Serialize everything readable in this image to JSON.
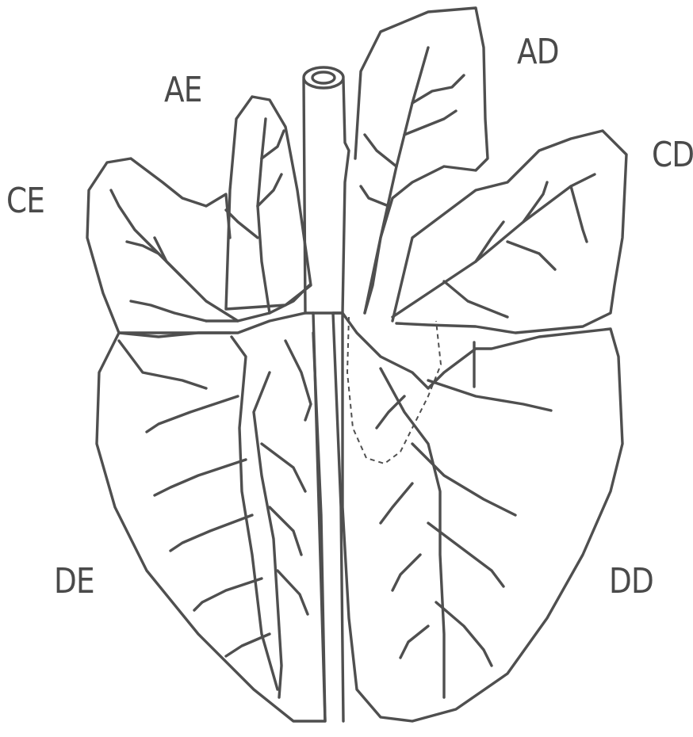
{
  "labels": {
    "ae": "AE",
    "ad": "AD",
    "cd": "CD",
    "ce": "CE",
    "de": "DE",
    "dd": "DD"
  },
  "colors": {
    "stroke": "#4f4f4f",
    "text": "#4a4a4a",
    "background": "#ffffff"
  }
}
